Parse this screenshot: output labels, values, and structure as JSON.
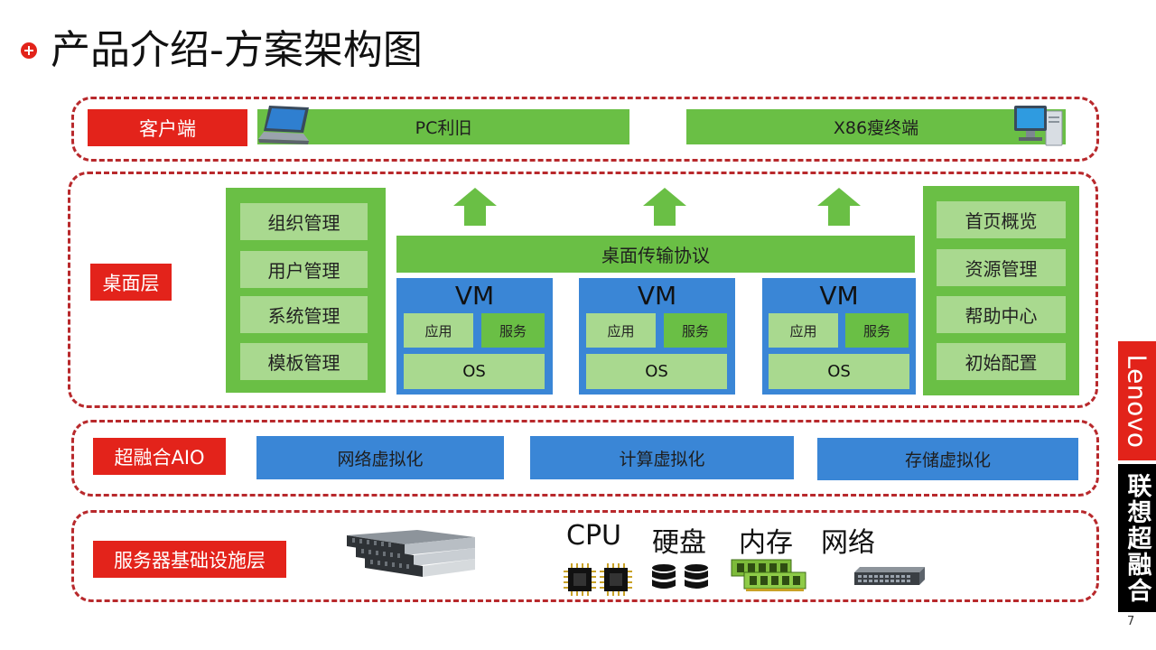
{
  "title": "产品介绍-方案架构图",
  "client_layer": {
    "label": "客户端",
    "pc": "PC利旧",
    "thin": "X86瘦终端"
  },
  "desktop_layer": {
    "label": "桌面层",
    "left_items": [
      "组织管理",
      "用户管理",
      "系统管理",
      "模板管理"
    ],
    "protocol": "桌面传输协议",
    "vms": [
      {
        "name": "VM",
        "app": "应用",
        "service": "服务",
        "os": "OS"
      },
      {
        "name": "VM",
        "app": "应用",
        "service": "服务",
        "os": "OS"
      },
      {
        "name": "VM",
        "app": "应用",
        "service": "服务",
        "os": "OS"
      }
    ],
    "right_items": [
      "首页概览",
      "资源管理",
      "帮助中心",
      "初始配置"
    ]
  },
  "aio_layer": {
    "label": "超融合AIO",
    "items": [
      "网络虚拟化",
      "计算虚拟化",
      "存储虚拟化"
    ]
  },
  "infra_layer": {
    "label": "服务器基础设施层",
    "hw": [
      "CPU",
      "硬盘",
      "内存",
      "网络"
    ]
  },
  "brand": {
    "lenovo": "Lenovo",
    "tagline": "联想超融合",
    "accent": "#e2231a"
  },
  "page_number": "7",
  "colors": {
    "red": "#e3231b",
    "green": "#6abf45",
    "pale_green": "#a9d98f",
    "blue": "#3a86d6",
    "dash": "#b8292c"
  }
}
